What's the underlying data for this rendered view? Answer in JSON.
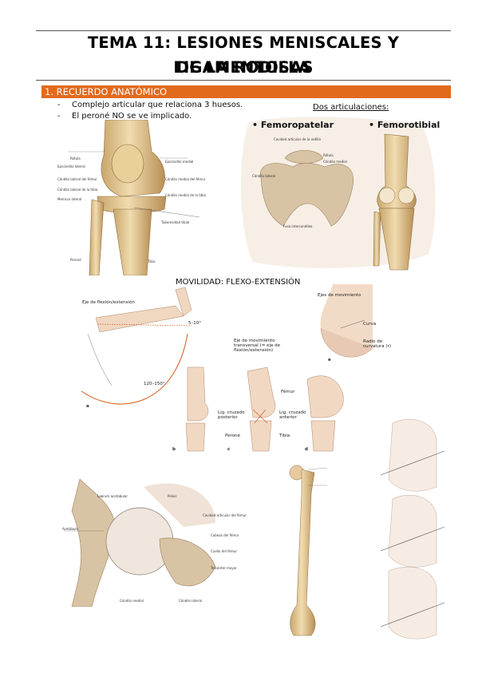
{
  "title_line1": "TEMA 11: LESIONES MENISCALES Y LIGAMENTOSAS",
  "title_line2": "DE LA RODILLA",
  "section": "1.   RECUERDO ANATÓMICO",
  "bullets": [
    "Complejo articular que relaciona 3 huesos.",
    "El peroné NO se ve implicado."
  ],
  "dos_articulaciones": "Dos articulaciones:",
  "femoropatelar": "•  Femoropatelar",
  "femorotibial": "•  Femorotibial",
  "movilidad": "MOVILIDAD: FLEXO-EXTENSIÓN",
  "knee_labels": [
    "Rótula",
    "Epicóndilo lateral",
    "Cóndilo lateral del fémur",
    "Cóndilo lateral de la tibia",
    "Menisco lateral",
    "Epicóndilo medial",
    "Cóndilo medial del fémur",
    "Cóndilo medial de la tibia",
    "Tuberosidad tibial",
    "Peroné",
    "Tibia"
  ],
  "patella_labels": [
    "Cavidad articular de la rodilla",
    "Rótula",
    "Cóndilo medial",
    "Cóndilo lateral",
    "Fosa intercondílea"
  ],
  "motion_labels": {
    "eje_flex": "Eje de flexión/extensión",
    "deg1": "5–10°",
    "deg2": "120–150°",
    "a": "a",
    "ejes_mov": "Ejes de movimiento",
    "curva": "Curva",
    "radio": "Radio de curvatura (r)",
    "e": "e",
    "eje_trans": "Eje de movimiento transversal (= eje de flexión/extensión)",
    "femur": "Fémur",
    "lig_post": "Lig. cruzado posterior",
    "lig_ant": "Lig. cruzado anterior",
    "perone": "Peroné",
    "tibia": "Tibia",
    "b": "b",
    "c": "c",
    "d": "d"
  },
  "hip_labels": [
    "Labrum acetabular",
    "Pelvis",
    "Cavidad articular del fémur",
    "Acetábulo",
    "Cabeza del fémur",
    "Cuello del fémur",
    "Trocánter mayor",
    "Cóndilo medial",
    "Cóndilo lateral"
  ],
  "colors": {
    "accent": "#e26a1c",
    "bone": "#e8cf9e",
    "bone_dark": "#c9a66b",
    "spongy": "#d8c4a4"
  }
}
